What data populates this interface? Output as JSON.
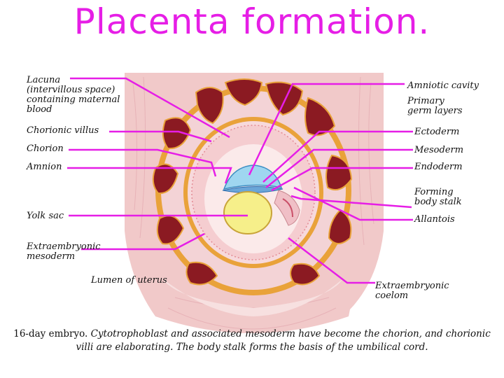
{
  "title": "Placenta formation.",
  "labels": {
    "lacuna": "Lacuna\n(intervillous space)\ncontaining maternal\nblood",
    "chorionic_villus": "Chorionic villus",
    "chorion": "Chorion",
    "amnion": "Amnion",
    "yolk_sac": "Yolk sac",
    "extraembryonic_mesoderm": "Extraembryonic\nmesoderm",
    "lumen_of_uterus": "Lumen of uterus",
    "amniotic_cavity": "Amniotic cavity",
    "primary_germ_layers": "Primary\ngerm layers",
    "ectoderm": "Ectoderm",
    "mesoderm": "Mesoderm",
    "endoderm": "Endoderm",
    "forming_body_stalk": "Forming\nbody stalk",
    "allantois": "Allantois",
    "extraembryonic_coelom": "Extraembryonic\ncoelom"
  },
  "caption": {
    "lead": "16-day embryo.",
    "text": "Cytotrophoblast and associated mesoderm have become the chorion, and chorionic villi are elaborating. The body stalk forms the basis of the umbilical cord."
  },
  "colors": {
    "title": "#e61ee6",
    "leader_line": "#e61ee6",
    "uterine_tissue": "#f1c9c9",
    "maternal_blood": "#8b1a22",
    "chorion_band": "#e9a23a",
    "yolk_sac": "#f6ef8a",
    "amniotic_cavity": "#9fd6f0"
  }
}
